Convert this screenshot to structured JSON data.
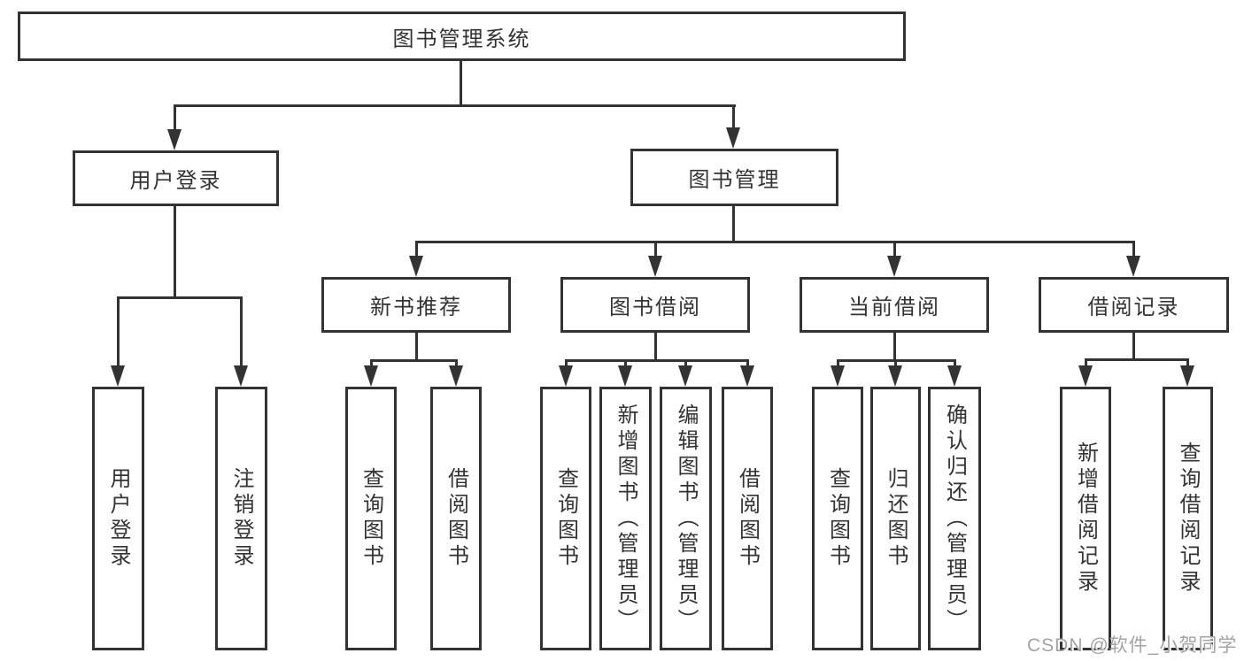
{
  "tree": {
    "label": "图书管理系统",
    "children": [
      {
        "label": "用户登录",
        "children": [
          {
            "label": "用户登录"
          },
          {
            "label": "注销登录"
          }
        ]
      },
      {
        "label": "图书管理",
        "children": [
          {
            "label": "新书推荐",
            "children": [
              {
                "label": "查询图书"
              },
              {
                "label": "借阅图书"
              }
            ]
          },
          {
            "label": "图书借阅",
            "children": [
              {
                "label": "查询图书"
              },
              {
                "label": "新增图书（管理员）"
              },
              {
                "label": "编辑图书（管理员）"
              },
              {
                "label": "借阅图书"
              }
            ]
          },
          {
            "label": "当前借阅",
            "children": [
              {
                "label": "查询图书"
              },
              {
                "label": "归还图书"
              },
              {
                "label": "确认归还（管理员）"
              }
            ]
          },
          {
            "label": "借阅记录",
            "children": [
              {
                "label": "新增借阅记录"
              },
              {
                "label": "查询借阅记录"
              }
            ]
          }
        ]
      }
    ]
  },
  "watermark": "CSDN @软件_小贺同学",
  "colors": {
    "line": "#333333",
    "text": "#333333",
    "background": "#ffffff",
    "watermark_gray": "#a3a3a3"
  }
}
